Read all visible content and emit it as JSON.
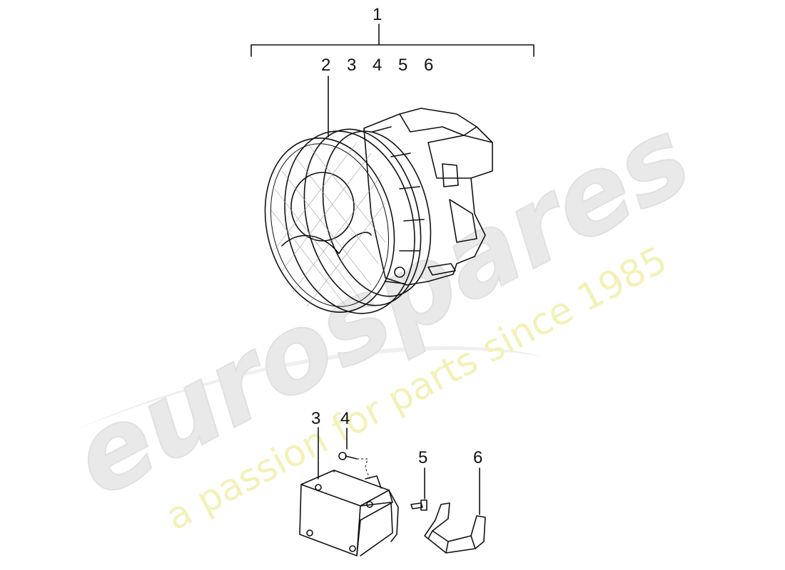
{
  "watermark": {
    "brand": "eurospares",
    "tagline": "a passion for parts since 1985",
    "brand_color": "#e6e6e6",
    "tagline_color": "#f2f0b0"
  },
  "callouts": {
    "main_assembly": "1",
    "sub_items": [
      "2",
      "3",
      "4",
      "5",
      "6"
    ],
    "control_unit": "3",
    "screw": "4",
    "bolt": "5",
    "bracket": "6"
  },
  "line_color": "#111111"
}
